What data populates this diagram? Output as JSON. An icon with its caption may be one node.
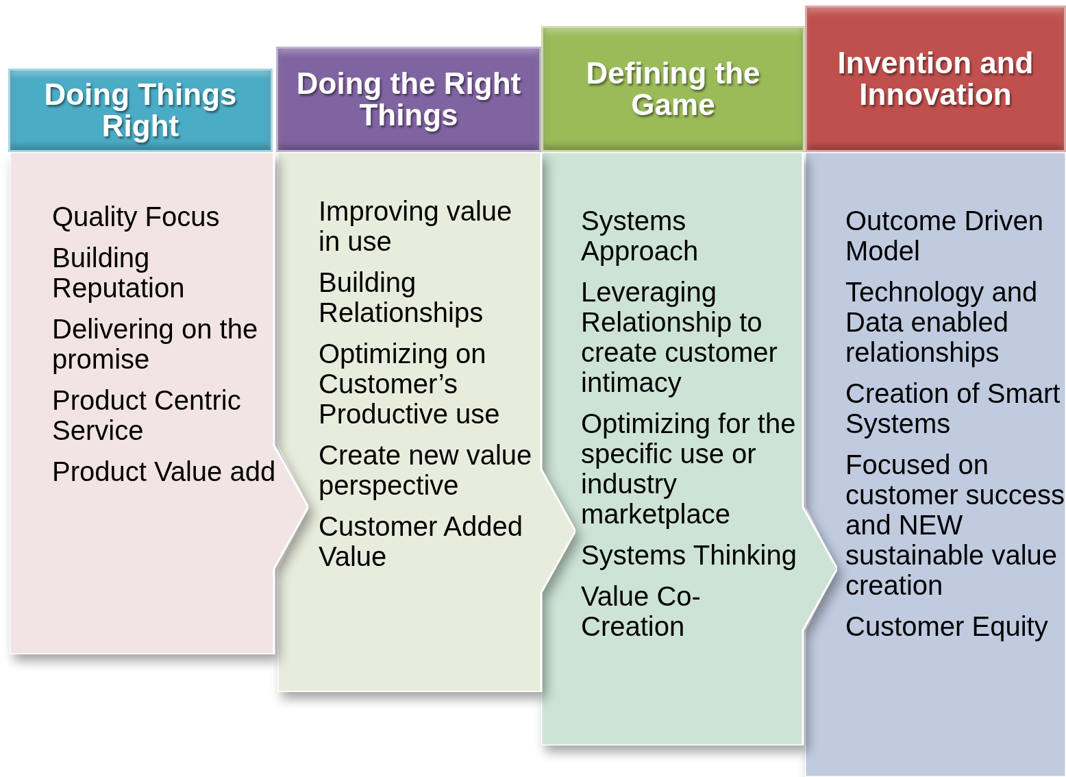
{
  "diagram": {
    "nodes": [
      {
        "text": [
          "Doing Things Right"
        ]
      },
      {
        "text": [
          "Quality Focus",
          "Building Reputation",
          "Delivering on the promise",
          "Product Centric Service",
          "Product Value add"
        ]
      },
      {
        "text": [
          "Doing the Right Things"
        ]
      },
      {
        "text": [
          "Improving value in use",
          "Building Relationships",
          "Optimizing on Customer’s Productive use",
          "Create new value perspective",
          "Customer Added Value"
        ]
      },
      {
        "text": [
          "Defining the Game"
        ]
      },
      {
        "text": [
          "Systems Approach",
          "Leveraging Relationship to create customer intimacy",
          "Optimizing for the specific use or industry marketplace",
          "Systems Thinking",
          "Value Co-Creation"
        ]
      },
      {
        "text": [
          "Invention and Innovation"
        ]
      },
      {
        "text": [
          "Outcome Driven Model",
          "Technology and Data enabled relationships",
          "Creation of Smart Systems",
          "Focused on customer success and NEW sustainable value creation",
          "Customer Equity"
        ]
      }
    ]
  }
}
